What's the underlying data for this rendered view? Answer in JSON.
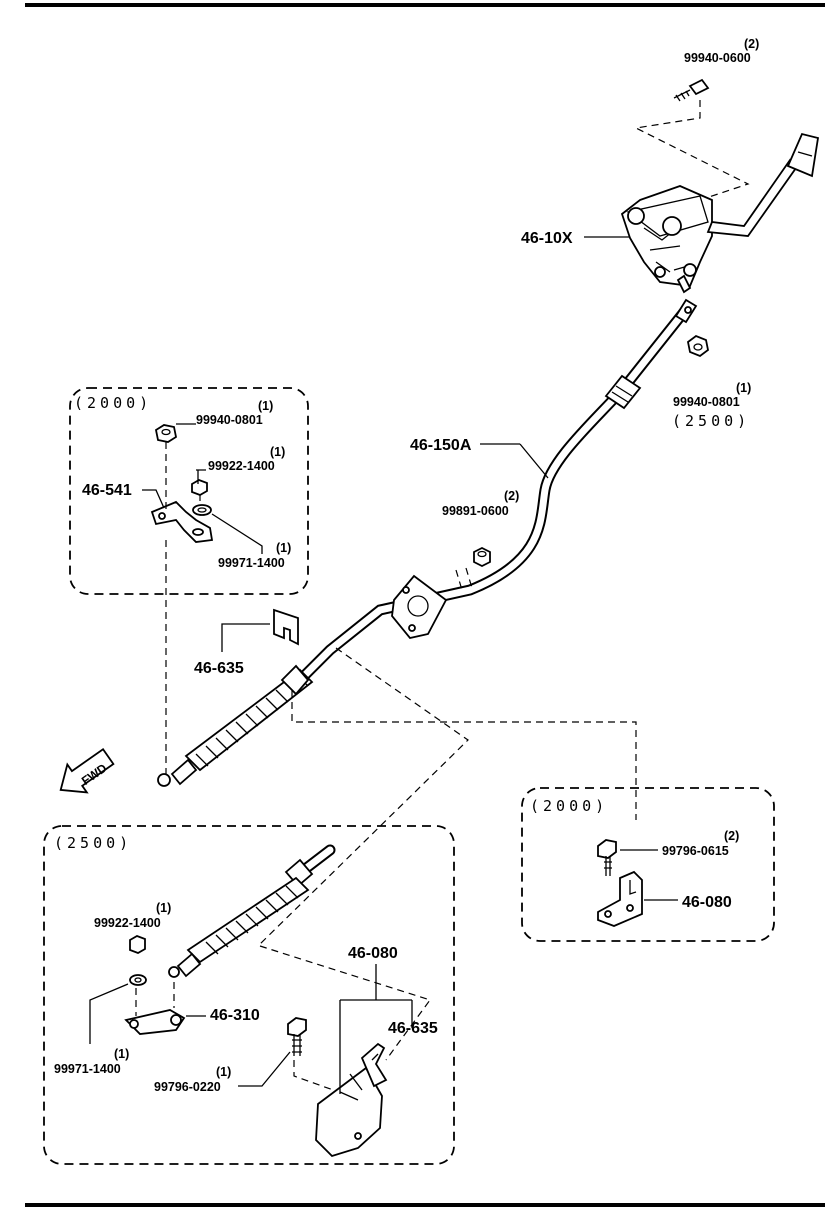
{
  "groups": {
    "g2000_left": "(2000)",
    "g2500_top": "(2500)",
    "g2000_right": "(2000)",
    "g2500_bottom": "(2500)"
  },
  "parts": {
    "bolt_top": {
      "qty": "(2)",
      "code": "99940-0600"
    },
    "shifter": {
      "code": "46-10X"
    },
    "nut_top": {
      "qty": "(1)",
      "code": "99940-0801"
    },
    "cable": {
      "code": "46-150A"
    },
    "nut_mid": {
      "qty": "(2)",
      "code": "99891-0600"
    },
    "left_nut_a": {
      "qty": "(1)",
      "code": "99940-0801"
    },
    "left_nut_b": {
      "qty": "(1)",
      "code": "99922-1400"
    },
    "left_lever": {
      "code": "46-541"
    },
    "left_clip": {
      "qty": "(1)",
      "code": "99971-1400"
    },
    "clip_plate": {
      "code": "46-635"
    },
    "fwd": "FWD",
    "right_bolt": {
      "qty": "(2)",
      "code": "99796-0615"
    },
    "right_bracket": {
      "code": "46-080"
    },
    "b_nut": {
      "qty": "(1)",
      "code": "99922-1400"
    },
    "b_lever": {
      "code": "46-310"
    },
    "b_clip": {
      "qty": "(1)",
      "code": "99971-1400"
    },
    "b_bolt": {
      "qty": "(1)",
      "code": "99796-0220"
    },
    "b_bracket": {
      "code": "46-080"
    },
    "b_clip_plate": {
      "code": "46-635"
    }
  }
}
